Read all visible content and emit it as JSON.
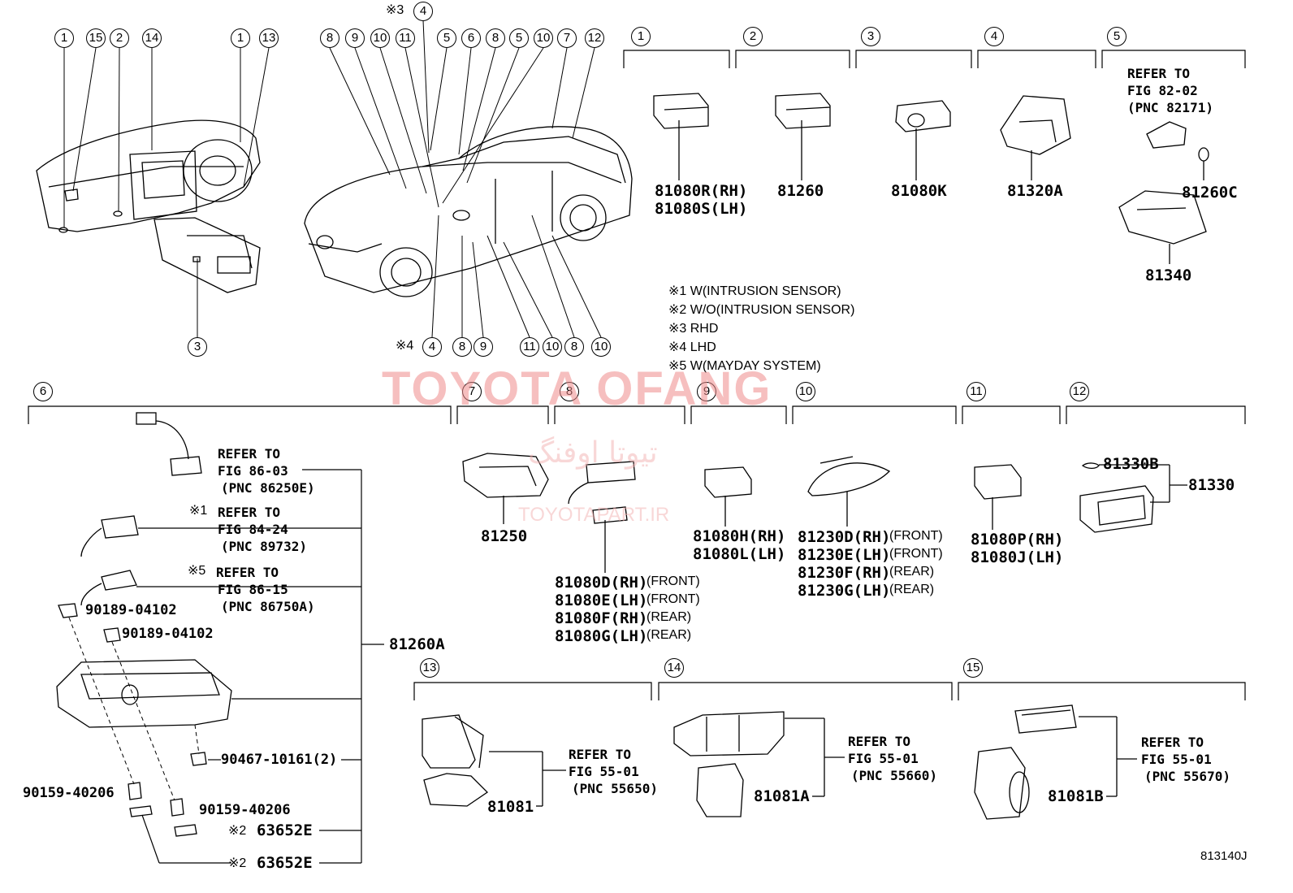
{
  "callouts_top": {
    "dash_left": [
      "1",
      "15",
      "2",
      "14",
      "1",
      "13"
    ],
    "car_top": [
      "8",
      "9",
      "10",
      "11",
      "5",
      "6",
      "8",
      "5",
      "10",
      "7",
      "12"
    ],
    "car_top_note": "※3",
    "car_top_4": "4",
    "car_bottom": [
      "4",
      "8",
      "9",
      "11",
      "10",
      "8",
      "10"
    ],
    "car_bottom_note": "※4",
    "dash_bottom": "3"
  },
  "groups": {
    "g1": {
      "num": "1",
      "parts": [
        "81080R(RH)",
        "81080S(LH)"
      ]
    },
    "g2": {
      "num": "2",
      "parts": [
        "81260"
      ]
    },
    "g3": {
      "num": "3",
      "parts": [
        "81080K"
      ]
    },
    "g4": {
      "num": "4",
      "parts": [
        "81320A"
      ]
    },
    "g5": {
      "num": "5",
      "refer": [
        "REFER TO",
        "FIG 82-02",
        "(PNC 82171)"
      ],
      "parts": [
        "81260C",
        "81340"
      ]
    },
    "g6": {
      "num": "6",
      "refers": [
        {
          "prefix": "",
          "lines": [
            "REFER TO",
            "FIG 86-03",
            "(PNC 86250E)"
          ]
        },
        {
          "prefix": "※1",
          "lines": [
            "REFER TO",
            "FIG 84-24",
            "(PNC 89732)"
          ]
        },
        {
          "prefix": "※5",
          "lines": [
            "REFER TO",
            "FIG 86-15",
            "(PNC 86750A)"
          ]
        }
      ],
      "bolt_a": "90189-04102",
      "bolt_b": "90189-04102",
      "assembly": "81260A",
      "clip": "90467-10161(2)",
      "screw_a": "90159-40206",
      "screw_b": "90159-40206",
      "lens_a_note": "※2",
      "lens_a": "63652E",
      "lens_b_note": "※2",
      "lens_b": "63652E"
    },
    "g7": {
      "num": "7",
      "parts": [
        "81250"
      ]
    },
    "g8": {
      "num": "8",
      "parts": [
        {
          "pn": "81080D(RH)",
          "loc": "(FRONT)"
        },
        {
          "pn": "81080E(LH)",
          "loc": "(FRONT)"
        },
        {
          "pn": "81080F(RH)",
          "loc": "(REAR)"
        },
        {
          "pn": "81080G(LH)",
          "loc": "(REAR)"
        }
      ]
    },
    "g9": {
      "num": "9",
      "parts": [
        "81080H(RH)",
        "81080L(LH)"
      ]
    },
    "g10": {
      "num": "10",
      "parts": [
        {
          "pn": "81230D(RH)",
          "loc": "(FRONT)"
        },
        {
          "pn": "81230E(LH)",
          "loc": "(FRONT)"
        },
        {
          "pn": "81230F(RH)",
          "loc": "(REAR)"
        },
        {
          "pn": "81230G(LH)",
          "loc": "(REAR)"
        }
      ]
    },
    "g11": {
      "num": "11",
      "parts": [
        "81080P(RH)",
        "81080J(LH)"
      ]
    },
    "g12": {
      "num": "12",
      "parts": [
        "81330B",
        "81330"
      ]
    },
    "g13": {
      "num": "13",
      "part": "81081",
      "refer": [
        "REFER TO",
        "FIG 55-01",
        "(PNC 55650)"
      ]
    },
    "g14": {
      "num": "14",
      "part": "81081A",
      "refer": [
        "REFER TO",
        "FIG 55-01",
        "(PNC 55660)"
      ]
    },
    "g15": {
      "num": "15",
      "part": "81081B",
      "refer": [
        "REFER TO",
        "FIG 55-01",
        "(PNC 55670)"
      ]
    }
  },
  "notes": [
    "※1 W(INTRUSION SENSOR)",
    "※2 W/O(INTRUSION SENSOR)",
    "※3 RHD",
    "※4 LHD",
    "※5 W(MAYDAY SYSTEM)"
  ],
  "watermark": {
    "main": "TOYOTA OFANG",
    "farsi": "تیوتا اوفنگ",
    "site": "TOYOTAPART.IR"
  },
  "figure_id": "813140J",
  "circled": {
    "1": "①",
    "2": "②",
    "3": "③",
    "4": "④",
    "5": "⑤",
    "6": "⑥",
    "7": "⑦",
    "8": "⑧",
    "9": "⑨",
    "10": "⑩",
    "11": "⑪",
    "12": "⑫",
    "13": "⑬",
    "14": "⑭",
    "15": "⑮"
  }
}
